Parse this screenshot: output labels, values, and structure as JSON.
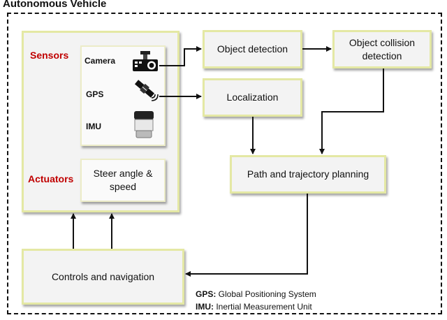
{
  "title": "Autonomous Vehicle",
  "sensors_label": "Sensors",
  "actuators_label": "Actuators",
  "sensors": {
    "camera": "Camera",
    "gps": "GPS",
    "imu": "IMU"
  },
  "actuator_box": "Steer angle & speed",
  "object_detection": "Object detection",
  "object_collision_detection": "Object collision detection",
  "localization": "Localization",
  "path_planning": "Path and trajectory planning",
  "controls": "Controls and navigation",
  "legend": {
    "gps_key": "GPS:",
    "gps_text": " Global Positioning System",
    "imu_key": "IMU:",
    "imu_text": " Inertial Measurement Unit"
  },
  "icons": [
    "camera-icon",
    "satellite-icon",
    "imu-sensor-icon"
  ]
}
